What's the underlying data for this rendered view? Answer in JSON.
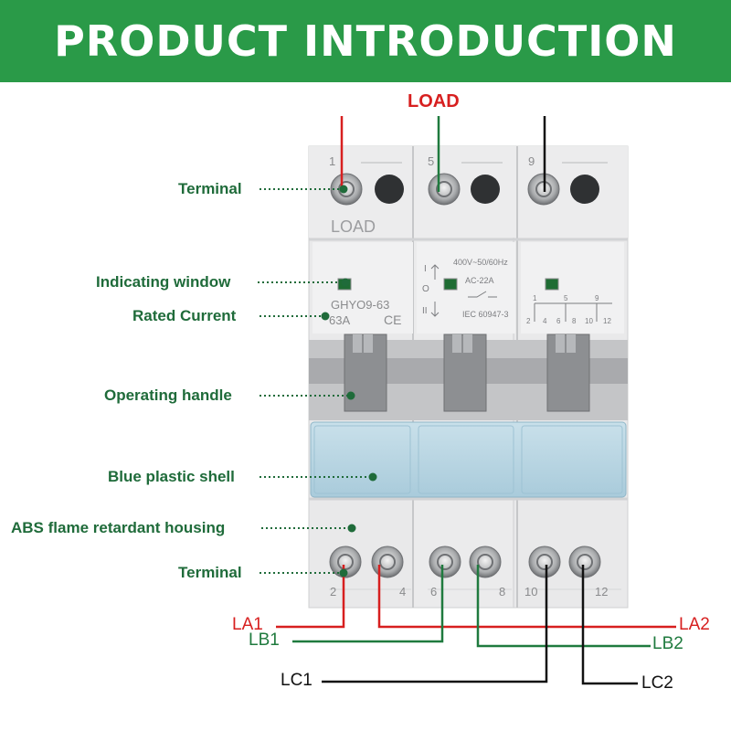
{
  "header": {
    "title": "PRODUCT INTRODUCTION"
  },
  "top_label": "LOAD",
  "callouts": {
    "terminal_top": "Terminal",
    "indicating_window": "Indicating window",
    "rated_current": "Rated Current",
    "operating_handle": "Operating handle",
    "blue_shell": "Blue plastic shell",
    "abs_housing": "ABS flame retardant housing",
    "terminal_bottom": "Terminal"
  },
  "device": {
    "top_numbers": [
      "1",
      "5",
      "9"
    ],
    "load_text": "LOAD",
    "model": "GHYO9-63",
    "current": "63A",
    "ce_mark": "CE",
    "voltage_rating": "400V~50/60Hz",
    "category": "AC-22A",
    "standard": "IEC 60947-3",
    "switch_positions": [
      "I",
      "O",
      "II"
    ],
    "schematic_top_numbers": [
      "1",
      "5",
      "9"
    ],
    "schematic_bottom_numbers": [
      "2",
      "4",
      "6",
      "8",
      "10",
      "12"
    ],
    "bottom_numbers": [
      "2",
      "4",
      "6",
      "8",
      "10",
      "12"
    ]
  },
  "wires": {
    "la1": "LA1",
    "la2": "LA2",
    "lb1": "LB1",
    "lb2": "LB2",
    "lc1": "LC1",
    "lc2": "LC2"
  },
  "colors": {
    "banner": "#2a9a48",
    "callout_text": "#1f6b3a",
    "wire_red": "#d71f1f",
    "wire_green": "#1f7a3e",
    "wire_black": "#111111",
    "housing": "#e9e9ea",
    "blue_shell": "#b9d6e4",
    "handle_band": "#b3b4b6"
  }
}
